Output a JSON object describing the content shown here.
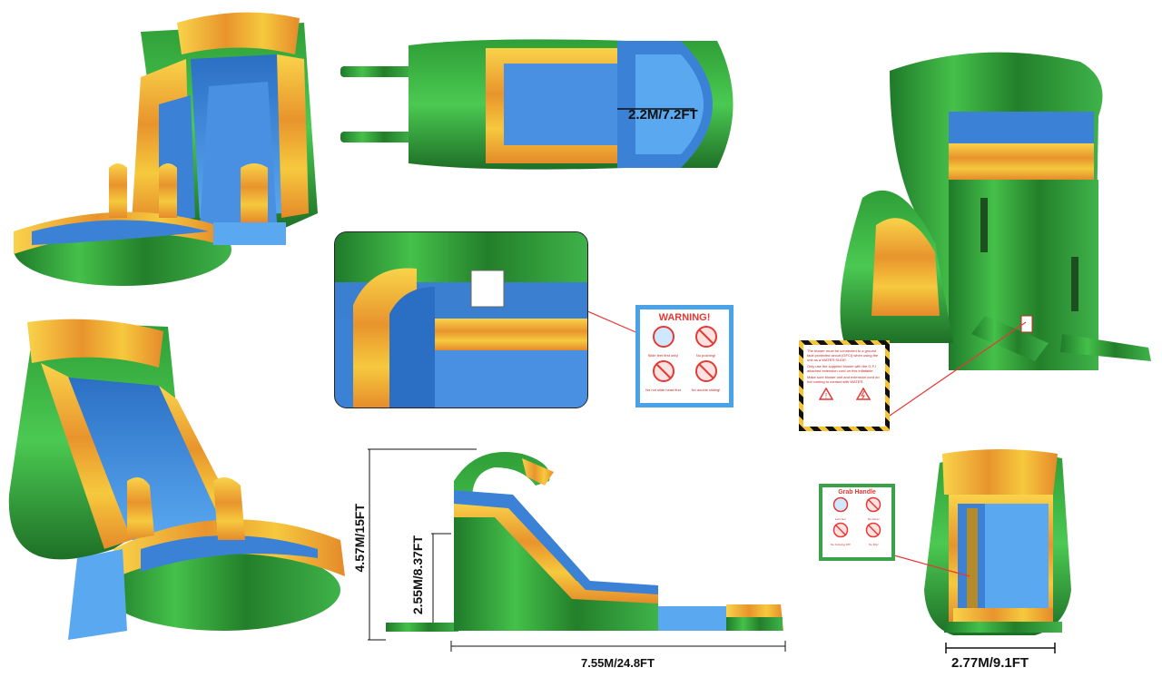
{
  "colors": {
    "green": "#2e9b34",
    "dark_green": "#1d6b23",
    "blue": "#3b82d6",
    "light_blue": "#5aa8f0",
    "yellow": "#f4c53a",
    "orange": "#e58a2a",
    "warning_red": "#e53935"
  },
  "dimensions": {
    "width_top": "2.2M/7.2FT",
    "height_total": "4.57M/15FT",
    "height_platform": "2.55M/8.37FT",
    "length": "7.55M/24.8FT",
    "width_front": "2.77M/9.1FT"
  },
  "signs": {
    "warning": {
      "title": "WARNING!",
      "items": [
        "Slide feet first only!",
        "No pushing!",
        "No not slide head first",
        "No double sliding!"
      ]
    },
    "blower": {
      "lines": [
        "The blower must be connected to a ground fault protected circuit (GFCI) when using the unit as a WATER SLIDE.",
        "Only use the supplied blower with the G.F.I attached extension cord on this inflatable.",
        "Make sure blower unit and extension cord do not coming to contact with WATER."
      ]
    },
    "grab": {
      "title": "Grab Handle",
      "items": [
        "Let's Go!",
        "No Jump!",
        "No Jumping Off!",
        "No Flip!"
      ]
    }
  }
}
